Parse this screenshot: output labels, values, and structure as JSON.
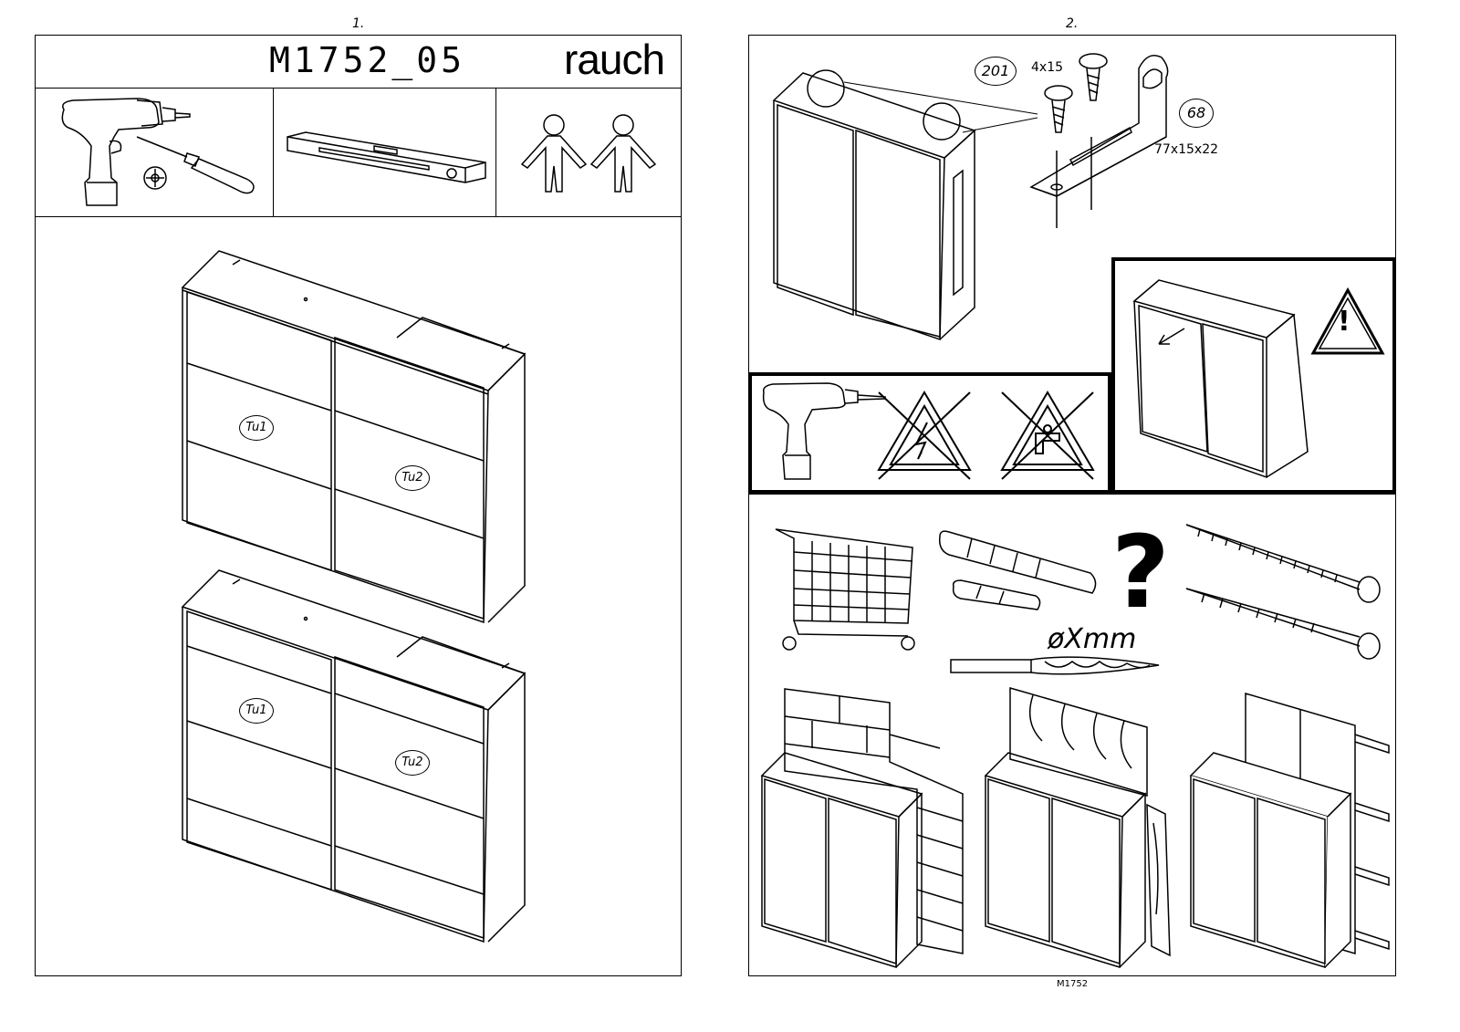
{
  "page1": {
    "page_number": "1.",
    "model_code": "M1752_05",
    "brand": "rauch",
    "door_labels": [
      "Tu1",
      "Tu2"
    ]
  },
  "page2": {
    "page_number": "2.",
    "screw_part_number": "201",
    "screw_size": "4x15",
    "bracket_part_number": "68",
    "bracket_size": "77x15x22",
    "drill_diameter_label": "øXmm",
    "question_mark": "?",
    "warning_mark": "!",
    "footer_code": "M1752"
  },
  "colors": {
    "ink": "#000000",
    "paper": "#ffffff"
  },
  "icons": [
    "cordless-drill-icon",
    "screwdriver-icon",
    "phillips-bit-icon",
    "spirit-level-icon",
    "two-persons-icon",
    "wardrobe-icon",
    "screw-icon",
    "angle-bracket-icon",
    "no-electric-cable-icon",
    "no-water-pipe-icon",
    "tip-over-warning-icon",
    "shopping-cart-icon",
    "wall-plug-icon",
    "drill-bit-icon",
    "long-screw-icon",
    "brick-wall-icon",
    "wood-wall-icon",
    "stud-wall-icon"
  ]
}
